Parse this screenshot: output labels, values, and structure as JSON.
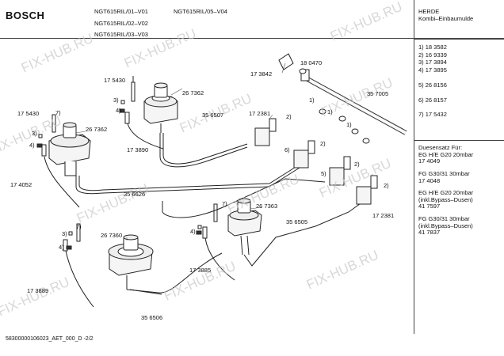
{
  "header": {
    "brand": "BOSCH",
    "models": [
      "NGT615RIL/01–V01",
      "NGT615RIL/05–V04",
      "NGT615RIL/02–V02",
      "NGT615RIL/03–V03"
    ]
  },
  "panel": {
    "title": "HERDE",
    "subtitle": "Kombi–Einbaumulde",
    "legend": [
      "1)  18 3582",
      "2)  16 9339",
      "3)  17 3894",
      "4)  17 3895",
      "5)  26 8156",
      "6)  26 8157",
      "7)  17 5432"
    ],
    "nozzle_heading": [
      "Duesensatz Für:",
      "EG H/E G20 20mbar",
      "17 4049"
    ],
    "nozzle_sets": [
      [
        "FG G30/31 30mbar",
        "17 4048"
      ],
      [
        "EG H/E G20 20mbar",
        "(inkl.Bypass–Dusen)",
        "41 7597"
      ],
      [
        "FG G30/31 30mbar",
        "(inkl.Bypass–Dusen)",
        "41 7837"
      ]
    ]
  },
  "parts": {
    "p175430_top": "17 5430",
    "p267362_top": "26 7362",
    "p173890": "17 3890",
    "p175430_left": "17 5430",
    "p267362_left": "26 7362",
    "p174052": "17 4052",
    "p356626": "35 6626",
    "p356507": "35 6507",
    "p173842": "17 3842",
    "p180470": "18 0470",
    "p357005": "35 7005",
    "p172381_a": "17 2381",
    "p172381_b": "17 2381",
    "p267363": "26 7363",
    "p356505": "35 6505",
    "p267360": "26 7360",
    "p173885": "17 3885",
    "p173889": "17 3889",
    "p356506": "35 6506"
  },
  "callouts": {
    "c1a": "1)",
    "c1b": "1)",
    "c1c": "1)",
    "c2a": "2)",
    "c2b": "2)",
    "c2c": "2)",
    "c2d": "2)",
    "c3a": "3)",
    "c3b": "3)",
    "c3c": "3)",
    "c4a": "4)",
    "c4b": "4)",
    "c4c": "4)",
    "c5a": "5)",
    "c6a": "6)",
    "c7a": "7)",
    "c7b": "7)",
    "c7c": "7)"
  },
  "watermark": "FIX-HUB.RU",
  "footer": "58300000106023_AET_000_D  -2/2"
}
